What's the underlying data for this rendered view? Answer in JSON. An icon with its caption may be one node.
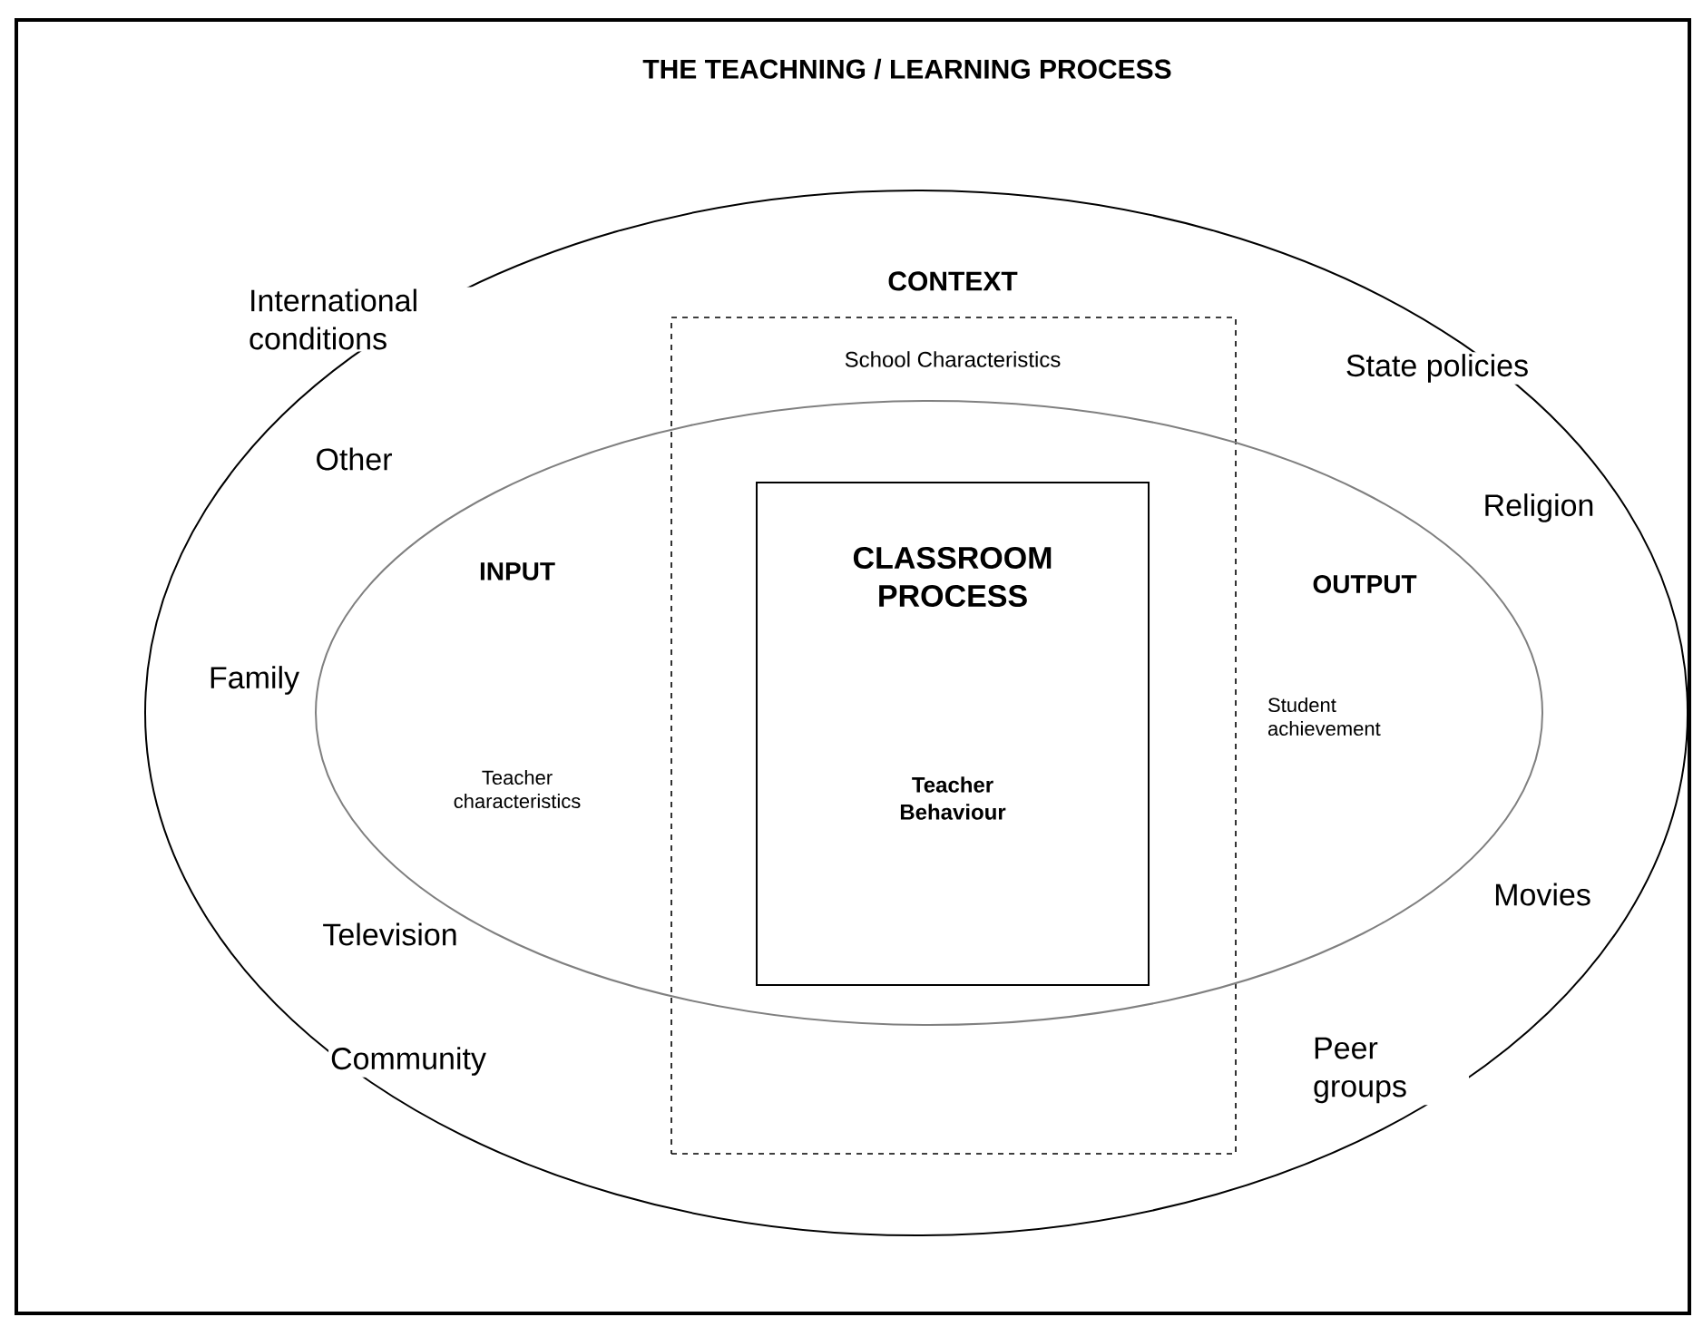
{
  "diagram": {
    "title": "THE TEACHNING / LEARNING PROCESS",
    "nodes": [
      {
        "text": [
          "CONTEXT"
        ]
      },
      {
        "text": [
          "School Characteristics"
        ],
        "in": 0
      },
      {
        "text": [
          "INPUT",
          "Teacher characteristics",
          "OUTPUT",
          "Student achievement"
        ],
        "in": 0
      },
      {
        "text": [
          "CLASSROOM PROCESS",
          "Teacher Behaviour"
        ]
      }
    ],
    "labels": [
      "International conditions",
      "State policies",
      "Other",
      "Religion",
      "Family",
      "Television",
      "Movies",
      "Community",
      "Peer groups"
    ]
  }
}
